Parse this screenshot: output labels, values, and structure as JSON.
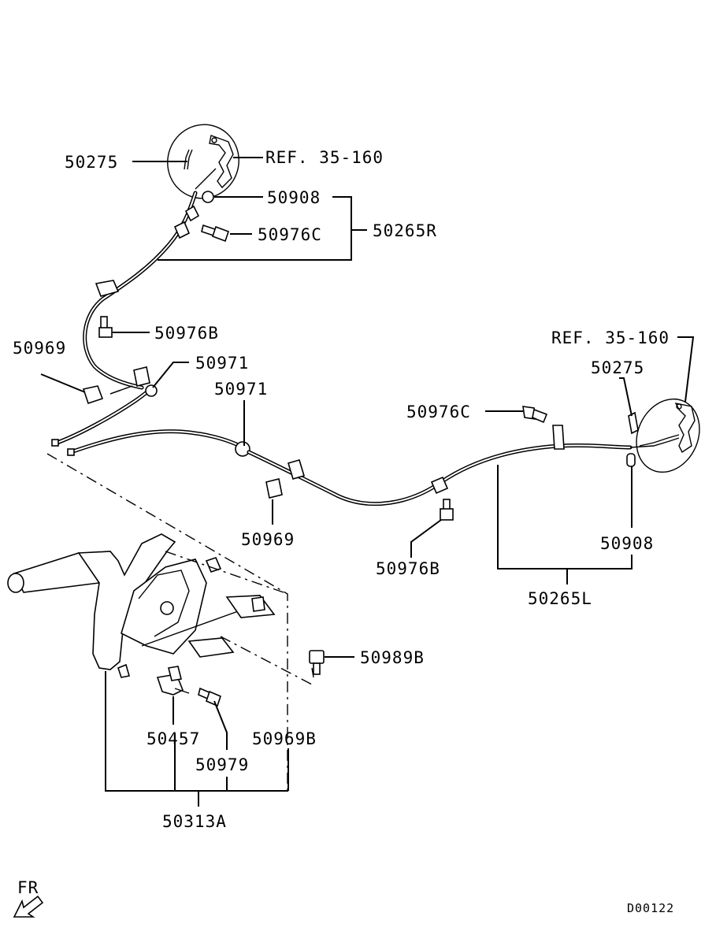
{
  "labels": {
    "p50275_top": "50275",
    "ref_top": "REF. 35-160",
    "p50908_top": "50908",
    "p50976C_top": "50976C",
    "p50265R": "50265R",
    "p50976B_top": "50976B",
    "p50969_left": "50969",
    "p50971_a": "50971",
    "p50971_b": "50971",
    "ref_right": "REF. 35-160",
    "p50275_right": "50275",
    "p50976C_mid": "50976C",
    "p50969_mid": "50969",
    "p50976B_mid": "50976B",
    "p50908_right": "50908",
    "p50265L": "50265L",
    "p50989B": "50989B",
    "p50457": "50457",
    "p50969B": "50969B",
    "p50979": "50979",
    "p50313A": "50313A",
    "fr": "FR",
    "diagram_code": "D00122"
  }
}
